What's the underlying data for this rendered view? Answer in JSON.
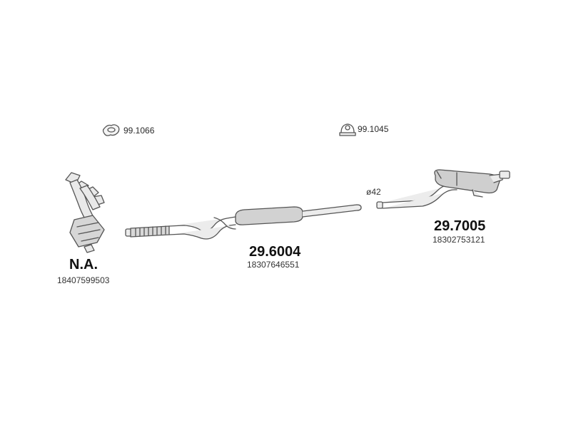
{
  "accessories": [
    {
      "icon": "gasket-icon",
      "code": "99.1066"
    },
    {
      "icon": "clamp-icon",
      "code": "99.1045"
    }
  ],
  "parts": [
    {
      "icon": "exhaust-manifold-icon",
      "part_number": "N.A.",
      "oem_number": "18407599503"
    },
    {
      "icon": "front-pipe-icon",
      "part_number": "29.6004",
      "oem_number": "18307646551"
    },
    {
      "icon": "rear-silencer-icon",
      "part_number": "29.7005",
      "oem_number": "18302753121"
    }
  ],
  "pipe_diameter": "ø42"
}
